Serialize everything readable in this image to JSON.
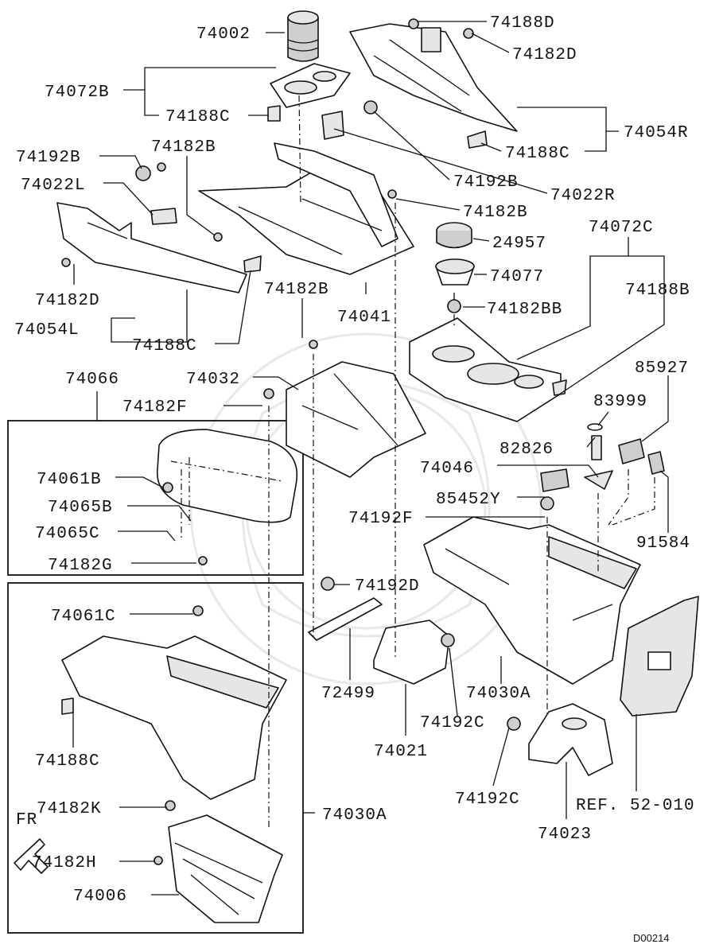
{
  "diagram": {
    "code": "D00214",
    "fr_label": "FR",
    "labels": {
      "p74002": "74002",
      "p74188D": "74188D",
      "p74182D_top": "74182D",
      "p74072B": "74072B",
      "p74188C_top": "74188C",
      "p74054R": "74054R",
      "p74188C_right": "74188C",
      "p74192B_left": "74192B",
      "p74182B_left": "74182B",
      "p74192B_mid": "74192B",
      "p74022L": "74022L",
      "p74022R": "74022R",
      "p74182B_mid": "74182B",
      "p24957": "24957",
      "p74072C": "74072C",
      "p74077": "74077",
      "p74182D_left": "74182D",
      "p74182BB": "74182BB",
      "p74182B_center": "74182B",
      "p74188B": "74188B",
      "p74054L": "74054L",
      "p74188C_left": "74188C",
      "p74041": "74041",
      "p74066": "74066",
      "p74032": "74032",
      "p85927": "85927",
      "p83999": "83999",
      "p74182F": "74182F",
      "p82826": "82826",
      "p74046": "74046",
      "p74061B": "74061B",
      "p85452Y": "85452Y",
      "p74065B": "74065B",
      "p74192F": "74192F",
      "p74065C": "74065C",
      "p91584": "91584",
      "p74182G": "74182G",
      "p74192D": "74192D",
      "p74061C": "74061C",
      "p72499": "72499",
      "p74030A_mid": "74030A",
      "p74188C_bottom": "74188C",
      "p74192C_mid": "74192C",
      "p74021": "74021",
      "p74182K": "74182K",
      "p74030A_box": "74030A",
      "p74192C_bottom": "74192C",
      "pRef": "REF. 52-010",
      "p74182H": "74182H",
      "p74023": "74023",
      "p74006": "74006"
    }
  }
}
